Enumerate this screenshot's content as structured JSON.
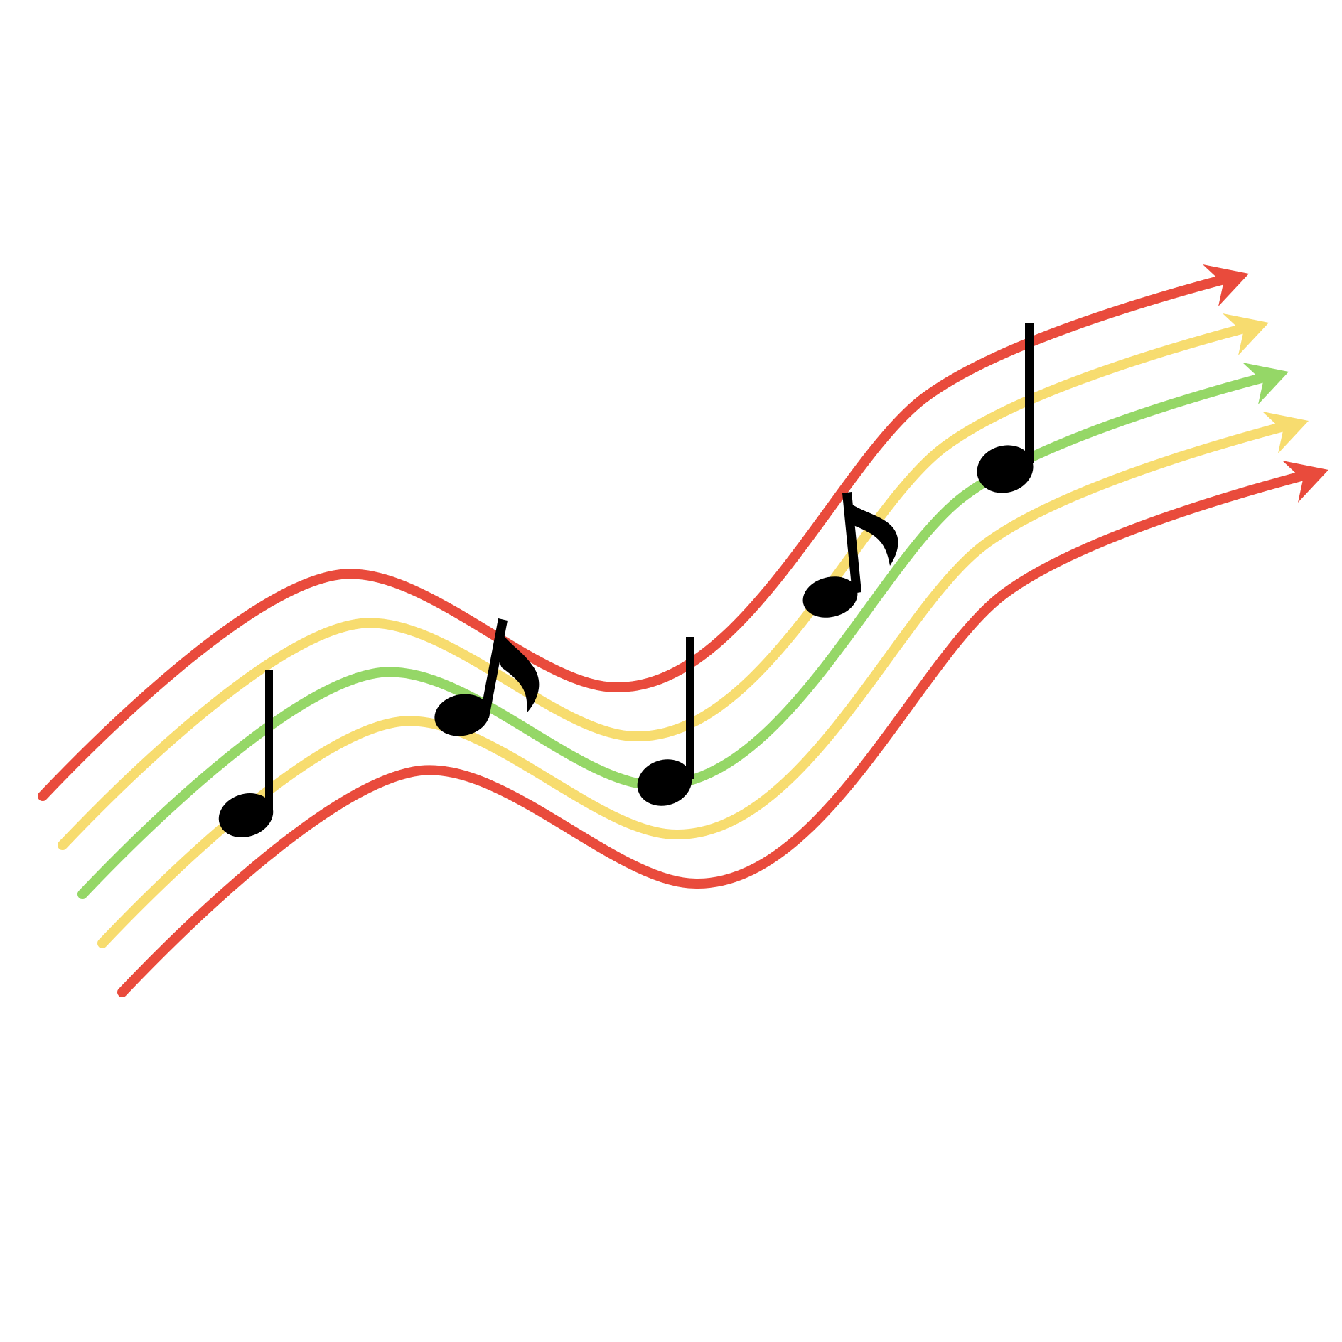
{
  "background_color": "#ffffff",
  "staff": {
    "line_colors": [
      "#e94b3c",
      "#f7dc6f",
      "#95d767",
      "#f7dc6f",
      "#e94b3c"
    ],
    "arrow_icon": "arrow-head-icon"
  },
  "notes": [
    {
      "type": "quarter-note",
      "icon": "quarter-note-icon",
      "color": "#000000"
    },
    {
      "type": "eighth-note",
      "icon": "eighth-note-icon",
      "color": "#000000"
    },
    {
      "type": "quarter-note",
      "icon": "quarter-note-icon",
      "color": "#000000"
    },
    {
      "type": "eighth-note",
      "icon": "eighth-note-icon",
      "color": "#000000"
    },
    {
      "type": "quarter-note",
      "icon": "quarter-note-icon",
      "color": "#000000"
    }
  ]
}
